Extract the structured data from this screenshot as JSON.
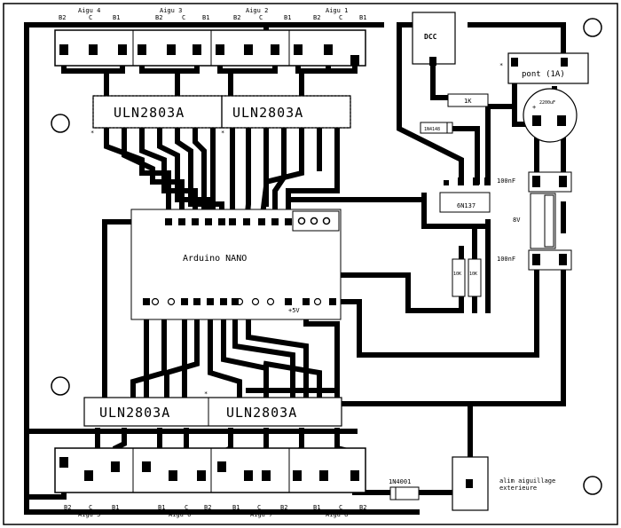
{
  "board": {
    "top_connectors": [
      {
        "name": "Aigu 4",
        "pins": [
          "B2",
          "C",
          "B1"
        ]
      },
      {
        "name": "Aigu 3",
        "pins": [
          "B2",
          "C",
          "B1"
        ]
      },
      {
        "name": "Aigu 2",
        "pins": [
          "B2",
          "C",
          "B1"
        ]
      },
      {
        "name": "Aigu 1",
        "pins": [
          "B2",
          "C",
          "B1"
        ]
      }
    ],
    "bottom_connectors": [
      {
        "name": "Aigu 5",
        "pins": [
          "B2",
          "C",
          "B1"
        ]
      },
      {
        "name": "Aigu 6",
        "pins": [
          "B1",
          "C",
          "B2"
        ]
      },
      {
        "name": "Aigu 7",
        "pins": [
          "B1",
          "C",
          "B2"
        ]
      },
      {
        "name": "Aigu 8",
        "pins": [
          "B1",
          "C",
          "B2"
        ]
      }
    ],
    "uln_label": "ULN2803A",
    "dcc_label": "DCC",
    "pont_label": "pont (1A)",
    "resistor_1k": "1K",
    "diode_1n4148": "1N4148",
    "optocoupler": "6N137",
    "cap_100nf_top": "100nF",
    "cap_100nf_bottom": "100nF",
    "voltage_8v": "8V",
    "cap_2200": "2200uF",
    "arduino_label": "Arduino NANO",
    "res_10k_a": "10K",
    "res_10k_b": "10K",
    "diode_1n4001": "1N4001",
    "alim_line1": "alim aiguillage",
    "alim_line2": "exterieure",
    "plus5v": "+5V",
    "star": "*"
  }
}
